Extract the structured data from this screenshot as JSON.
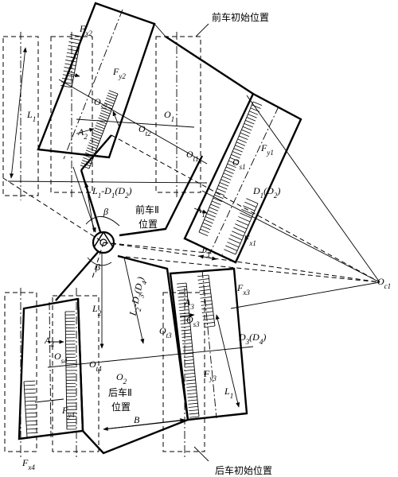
{
  "labels": {
    "front_initial": "前车初始位置",
    "rear_initial": "后车初始位置",
    "front_ii_line1": "前车Ⅱ",
    "front_ii_line2": "位置",
    "rear_ii_line1": "后车Ⅱ",
    "rear_ii_line2": "位置",
    "Fx2": "F",
    "Fx2_sub": "x2",
    "Fy2": "F",
    "Fy2_sub": "y2",
    "Os2": "O",
    "Os2_sub": "s2",
    "L1": "L",
    "L1_sub": "1",
    "A2": "A",
    "A2_sub": "2",
    "Ot2": "O",
    "Ot2_sub": "t2",
    "O1": "O",
    "O1_sub": "1",
    "Ot1": "O",
    "Ot1_sub": "t1",
    "Os1": "O",
    "Os1_sub": "s1",
    "Fy1": "F",
    "Fy1_sub": "y1",
    "L1D1": "L",
    "L1D1_a": "1",
    "L1D1_b": "-D",
    "L1D1_c": "1",
    "L1D1_d": "(D",
    "L1D1_e": "2",
    "L1D1_f": ")",
    "D1D2": "D",
    "D1D2_a": "1",
    "D1D2_b": "(D",
    "D1D2_c": "2",
    "D1D2_d": ")",
    "beta": "β",
    "A1": "A",
    "A1_sub": "1",
    "Fx1": "F",
    "Fx1_sub": "x1",
    "b1": "b",
    "b1_sub": "1",
    "Oc1": "O",
    "Oc1_sub": "c1",
    "L2D3": "L",
    "L2D3_a": "2",
    "L2D3_b": "-D",
    "L2D3_c": "3",
    "L2D3_d": "(D",
    "L2D3_e": "4",
    "L2D3_f": ")",
    "Fx3": "F",
    "Fx3_sub": "x3",
    "A3": "A",
    "A3_sub": "3",
    "Os3": "O",
    "Os3_sub": "s3",
    "Ot3": "O",
    "Ot3_sub": "t3",
    "D3D4": "D",
    "D3D4_a": "3",
    "D3D4_b": "(D",
    "D3D4_c": "4",
    "D3D4_d": ")",
    "L2": "L",
    "L2_sub": "2",
    "A4": "A",
    "A4_sub": "4",
    "Os4": "O",
    "Os4_sub": "s4",
    "Ot4": "O",
    "Ot4_sub": "t4",
    "O2": "O",
    "O2_sub": "2",
    "Fy3": "F",
    "Fy3_sub": "y3",
    "Fy4": "F",
    "Fy4_sub": "y4",
    "L1b": "L",
    "L1b_sub": "1",
    "B": "B",
    "Fx4": "F",
    "Fx4_sub": "x4"
  }
}
